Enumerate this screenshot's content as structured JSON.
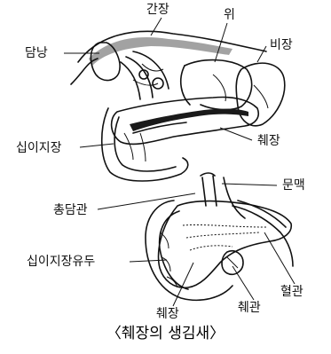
{
  "labels": {
    "liver": "간장",
    "gallbladder": "담낭",
    "stomach": "위",
    "spleen": "비장",
    "duodenum": "십이지장",
    "pancreas_top": "췌장",
    "portal_vein": "문맥",
    "common_bile_duct": "총담관",
    "duodenal_papilla": "십이지장유두",
    "blood_vessel": "혈관",
    "pancreas_bottom": "췌장",
    "pancreatic_duct": "췌관"
  },
  "caption": "〈췌장의 생김새〉"
}
